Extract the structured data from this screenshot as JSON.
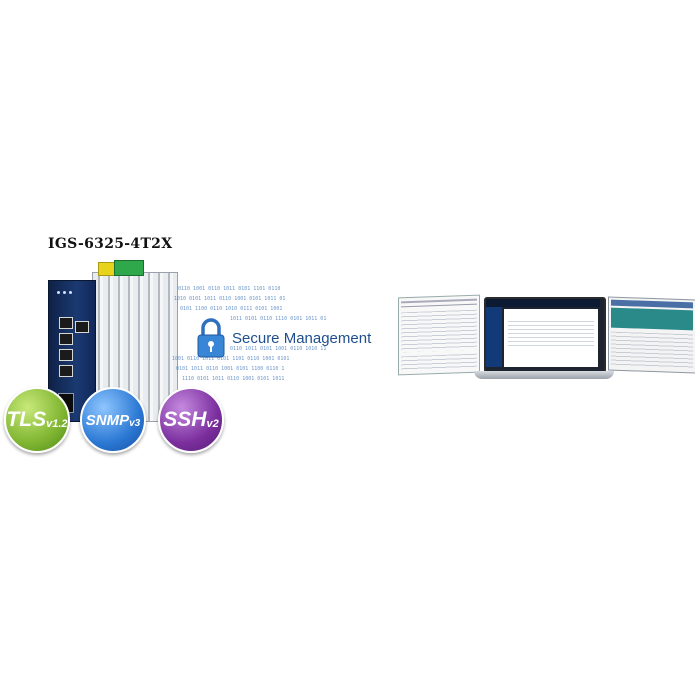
{
  "model": "IGS-6325-4T2X",
  "secure_label": "Secure Management",
  "badges": [
    {
      "main": "TLS",
      "sub": "v1.2",
      "color": "#7fb531"
    },
    {
      "main": "SNMP",
      "sub": "v3",
      "color": "#2b78d4"
    },
    {
      "main": "SSH",
      "sub": "v2",
      "color": "#7b2f9e"
    }
  ],
  "icons": {
    "lock": "lock-icon"
  },
  "colors": {
    "data_stream": "#3a73b8",
    "secure_text": "#1f4f8f"
  }
}
